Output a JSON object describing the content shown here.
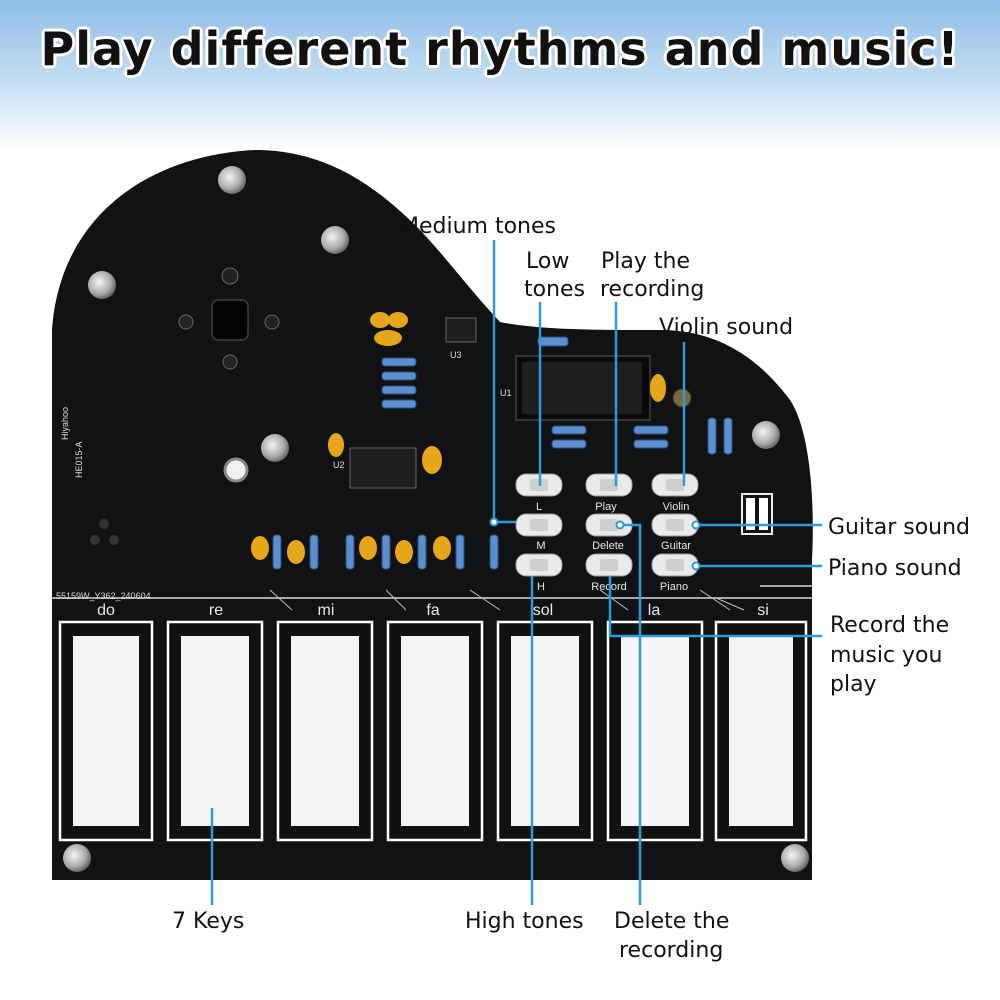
{
  "headline": "Play different rhythms and music!",
  "keys": [
    {
      "note": "do"
    },
    {
      "note": "re"
    },
    {
      "note": "mi"
    },
    {
      "note": "fa"
    },
    {
      "note": "sol"
    },
    {
      "note": "la"
    },
    {
      "note": "si"
    }
  ],
  "buttons": {
    "low": "L",
    "medium": "M",
    "high": "H",
    "play": "Play",
    "delete": "Delete",
    "record": "Record",
    "violin": "Violin",
    "guitar": "Guitar",
    "piano": "Piano"
  },
  "board": {
    "code": "55159W_Y362_240604",
    "model": "HE015-A",
    "brand": "Hiyahoo",
    "u1": "U1",
    "u2": "U2",
    "u3": "U3"
  },
  "callouts": {
    "medium_tones": "Medium tones",
    "low_tones_1": "Low",
    "low_tones_2": "tones",
    "play_recording_1": "Play the",
    "play_recording_2": "recording",
    "violin_sound": "Violin sound",
    "guitar_sound": "Guitar sound",
    "piano_sound": "Piano sound",
    "record_music_1": "Record the",
    "record_music_2": "music you",
    "record_music_3": "play",
    "seven_keys": "7 Keys",
    "high_tones": "High tones",
    "delete_recording_1": "Delete the",
    "delete_recording_2": "recording"
  },
  "colors": {
    "pcb": "#111214",
    "callout_line": "#2e9ad8",
    "capacitor": "#e6a61a",
    "resistor": "#5b8fd0"
  }
}
